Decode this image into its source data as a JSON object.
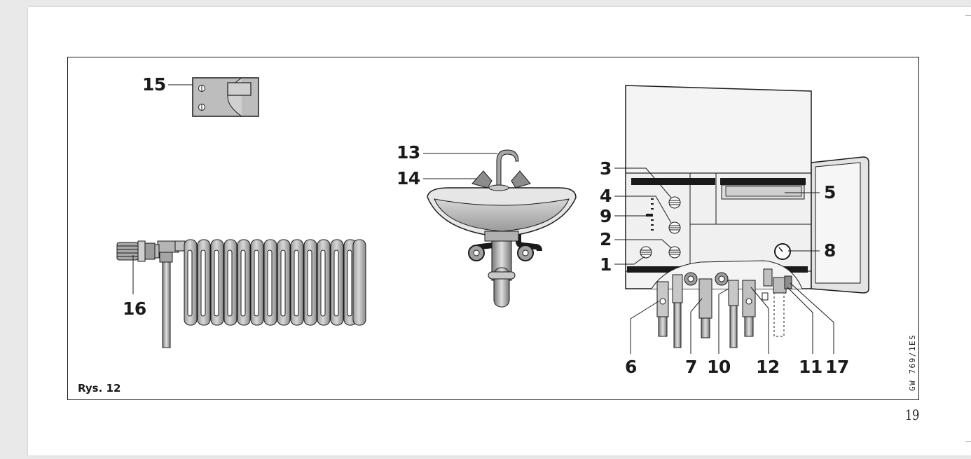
{
  "figure": {
    "caption": "Rys. 12",
    "code": "GW 769/1ES",
    "page_number": "19"
  },
  "callouts": {
    "c1": "1",
    "c2": "2",
    "c3": "3",
    "c4": "4",
    "c5": "5",
    "c6": "6",
    "c7": "7",
    "c8": "8",
    "c9": "9",
    "c10": "10",
    "c11": "11",
    "c12": "12",
    "c13": "13",
    "c14": "14",
    "c15": "15",
    "c16": "16",
    "c17": "17"
  },
  "colors": {
    "line": "#1a1a1a",
    "fill_grey": "#bfbfbf",
    "fill_dark": "#8c8c8c",
    "panel": "#e3e3e3"
  }
}
